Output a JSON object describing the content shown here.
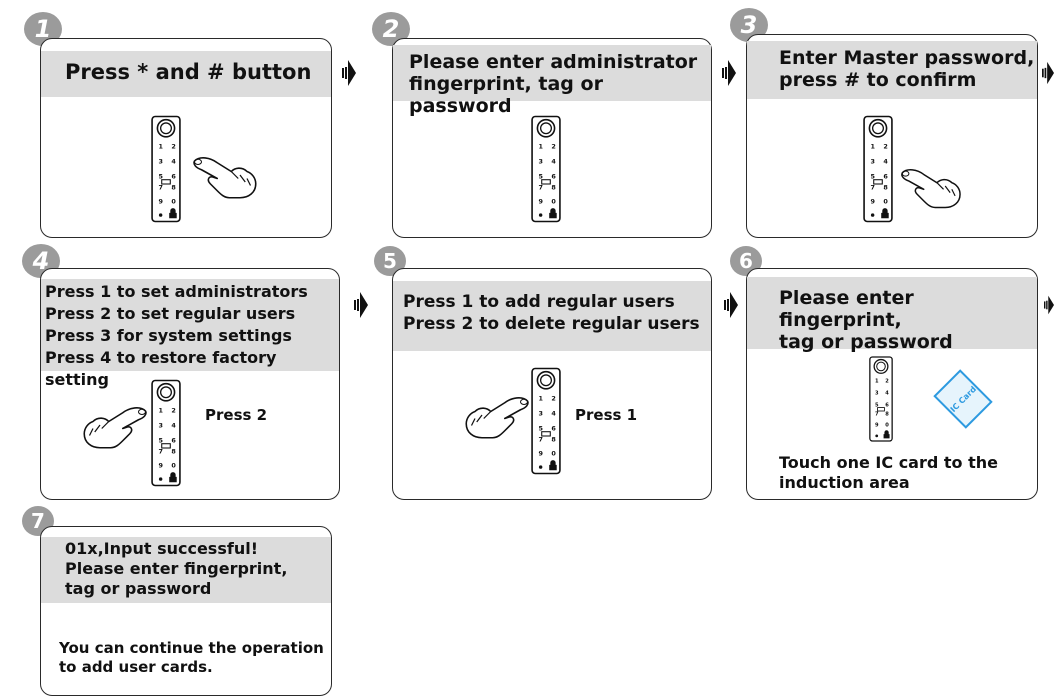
{
  "steps": [
    {
      "number": "1",
      "header": "Press * and # button"
    },
    {
      "number": "2",
      "header": "Please enter administrator\nfingerprint, tag or password"
    },
    {
      "number": "3",
      "header": "Enter Master password,\npress # to confirm"
    },
    {
      "number": "4",
      "header": "Press 1 to set administrators\nPress 2  to set regular users\nPress 3 for system settings\nPress 4 to restore factory setting",
      "caption": "Press 2"
    },
    {
      "number": "5",
      "header": "Press 1 to add regular users\nPress 2 to delete regular users",
      "caption": "Press 1"
    },
    {
      "number": "6",
      "header": "Please enter fingerprint,\ntag or password",
      "footer": "Touch one IC card to the\ninduction area",
      "card_label": "IC Card"
    },
    {
      "number": "7",
      "header": "01x,Input successful!\nPlease enter fingerprint,\ntag or password",
      "footer": "You can continue the operation\nto add user cards."
    }
  ],
  "keypad": [
    "1",
    "2",
    "3",
    "4",
    "5",
    "6",
    "7",
    "8",
    "9",
    "0",
    "*"
  ],
  "colors": {
    "badge": "#9b9b9b",
    "header_bg": "#dcdcdc",
    "card": "#2d9ae0",
    "outline": "#2a2a2a"
  }
}
